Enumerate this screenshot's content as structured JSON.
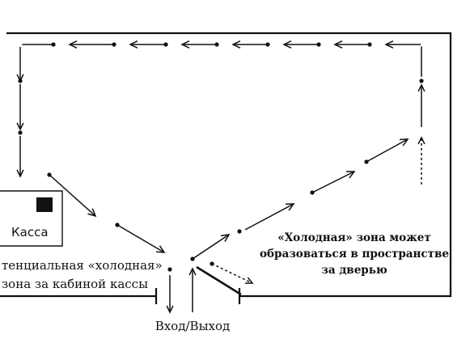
{
  "diagram": {
    "kassa_label": "Касса",
    "left_note": [
      "тенциальная «холодная»",
      "зона за кабиной кассы"
    ],
    "right_note": [
      "«Холодная» зона может",
      "образоваться в пространстве",
      "за дверью"
    ],
    "entrance_label": "Вход/Выход"
  },
  "colors": {
    "ink": "#111111",
    "background": "#ffffff"
  }
}
